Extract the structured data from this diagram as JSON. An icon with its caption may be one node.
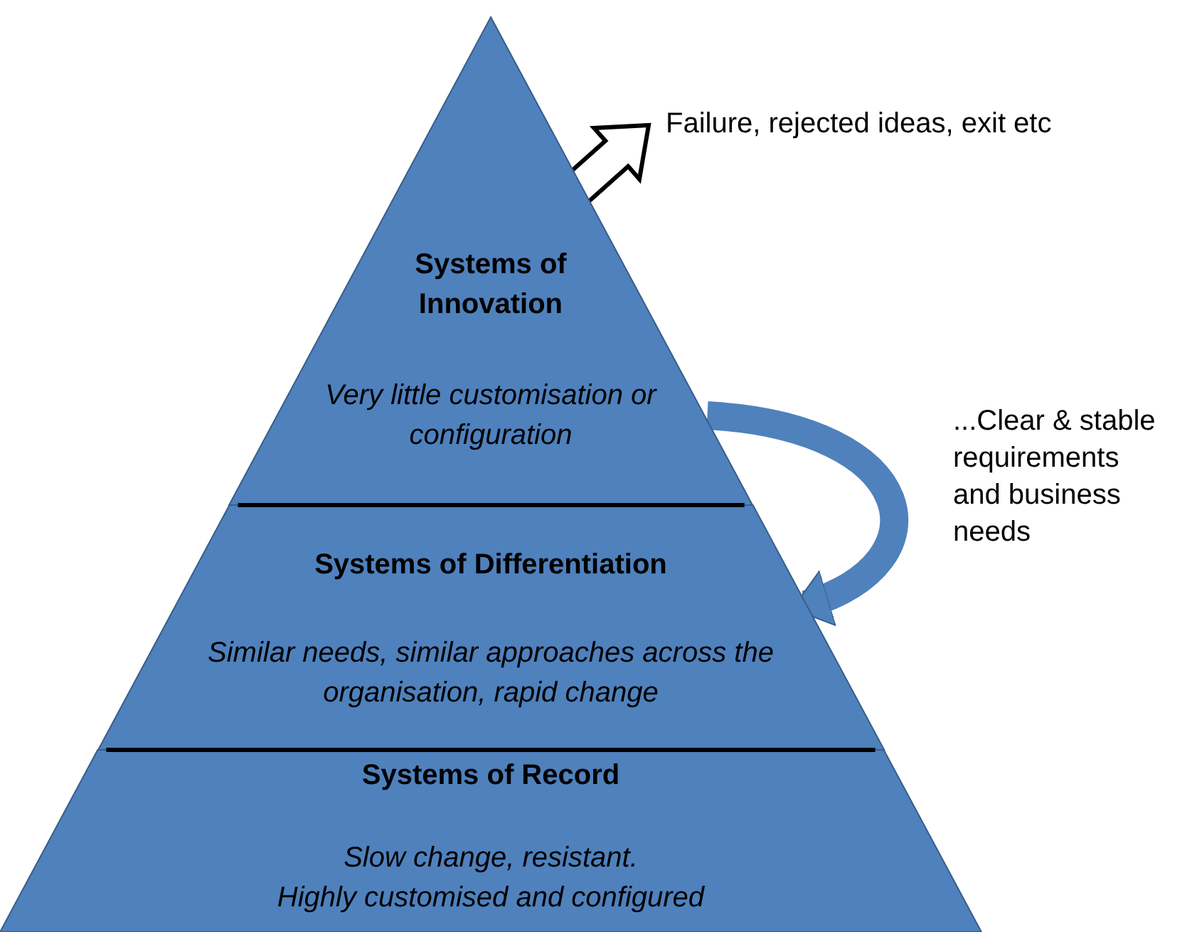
{
  "diagram": {
    "nodes": [
      {
        "text": [
          "Systems of Innovation",
          "Very little customisation or configuration"
        ]
      },
      {
        "text": [
          "Systems of Differentiation",
          "Similar needs, similar approaches across the organisation, rapid change"
        ]
      },
      {
        "text": [
          "Systems of Record",
          "Slow change, resistant.",
          "Highly customised and configured"
        ]
      },
      {
        "text": [
          "Failure, rejected ideas, exit etc"
        ]
      }
    ],
    "edges": [
      {
        "from": 0,
        "to": 3,
        "arrow": "to",
        "color": "#ffffff"
      },
      {
        "from": 0,
        "to": 1,
        "arrow": "to",
        "label": "...Clear & stable requirements and business needs"
      }
    ]
  }
}
